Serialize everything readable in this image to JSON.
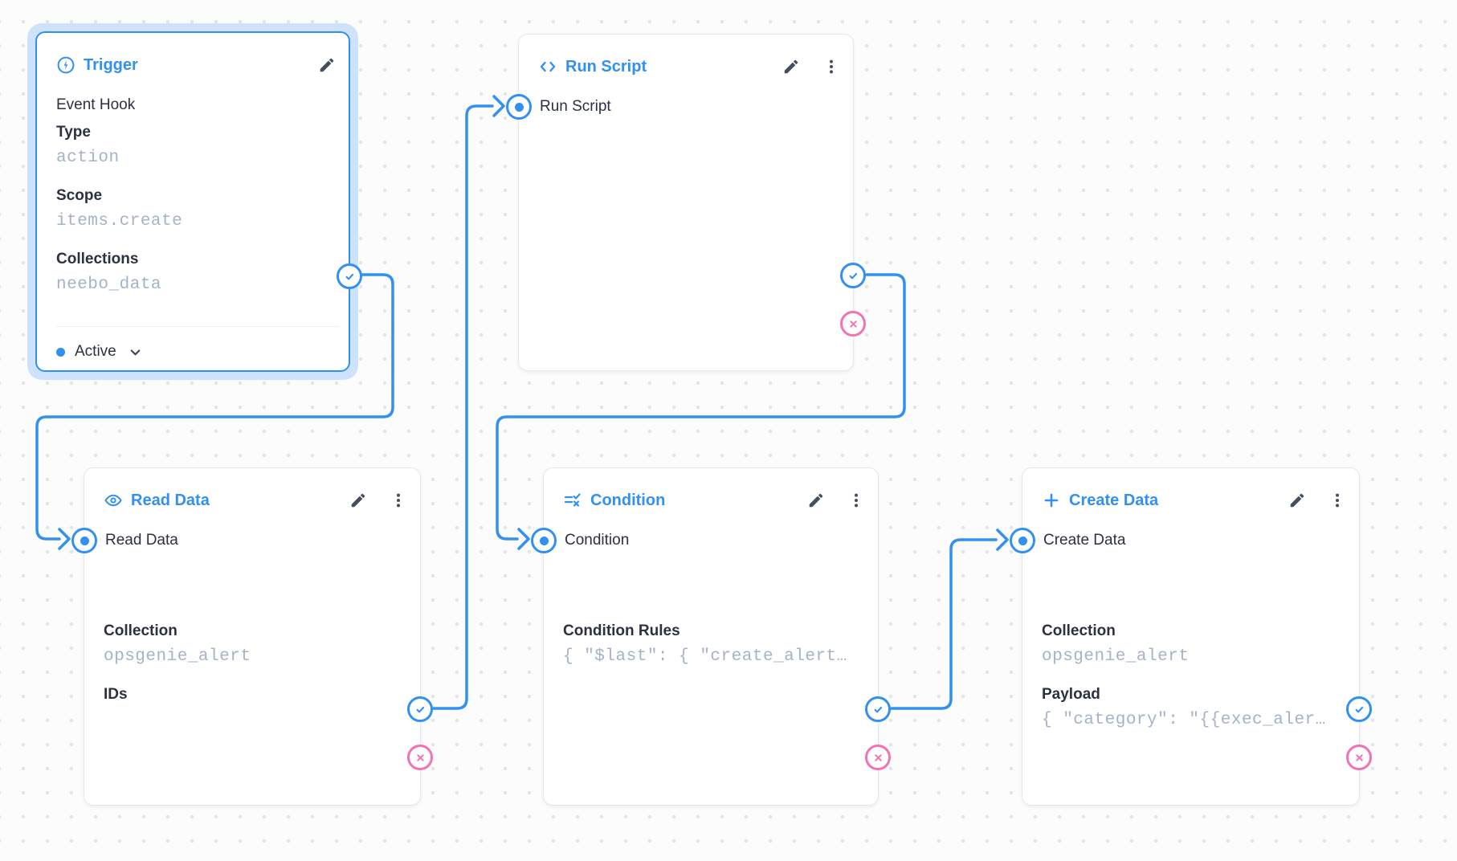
{
  "colors": {
    "primary": "#3190f0",
    "danger": "#f173b1",
    "icon_dark": "#454e5f",
    "text": "#2b3140",
    "value_text": "#a6b2c6",
    "card_border": "#e5e7ec",
    "selection": "#cfe2fb",
    "divider": "#edeff3",
    "dot": "#e3e5e9",
    "canvas_bg": "#fcfcfd"
  },
  "nodes": {
    "trigger": {
      "title": "Trigger",
      "icon": "bolt-circle-icon",
      "subtitle": "Event Hook",
      "fields": [
        {
          "name": "Type",
          "value": "action"
        },
        {
          "name": "Scope",
          "value": "items.create"
        },
        {
          "name": "Collections",
          "value": "neebo_data"
        }
      ],
      "status_label": "Active"
    },
    "run_script": {
      "title": "Run Script",
      "icon": "code-icon",
      "input_label": "Run Script"
    },
    "read_data": {
      "title": "Read Data",
      "icon": "eye-icon",
      "input_label": "Read Data",
      "fields": [
        {
          "name": "Collection",
          "value": "opsgenie_alert"
        },
        {
          "name": "IDs",
          "value": ""
        }
      ]
    },
    "condition": {
      "title": "Condition",
      "icon": "rule-icon",
      "input_label": "Condition",
      "fields": [
        {
          "name": "Condition Rules",
          "value": "{ \"$last\": { \"create_alert…"
        }
      ]
    },
    "create_data": {
      "title": "Create Data",
      "icon": "plus-icon",
      "input_label": "Create Data",
      "fields": [
        {
          "name": "Collection",
          "value": "opsgenie_alert"
        },
        {
          "name": "Payload",
          "value": "{ \"category\": \"{{exec_aler…"
        }
      ]
    }
  }
}
